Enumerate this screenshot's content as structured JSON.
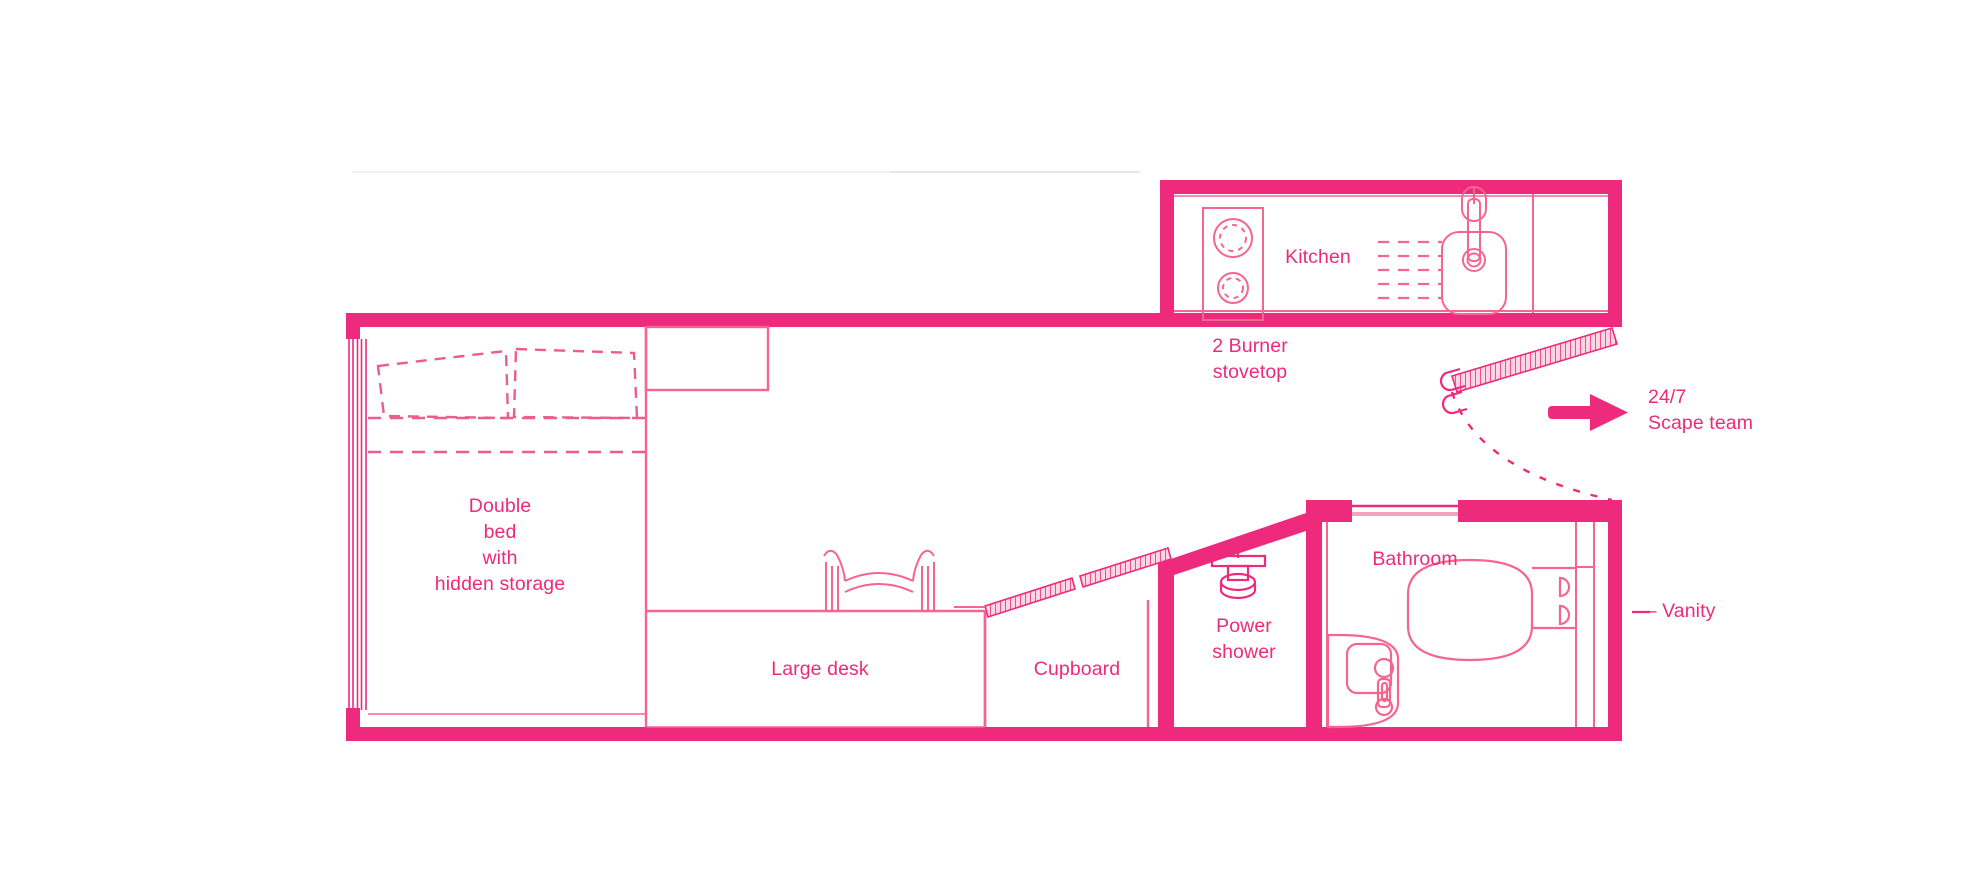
{
  "diagram": {
    "type": "floor-plan",
    "title": "Studio apartment floor plan",
    "accent_color": "#ED2A7B",
    "wall_color": "#ED2A7B",
    "thin_line_color": "#F4668F",
    "background_color": "#FFFFFF"
  },
  "rooms": [
    {
      "key": "kitchen",
      "label": "Kitchen"
    },
    {
      "key": "bathroom",
      "label": "Bathroom"
    },
    {
      "key": "power_shower",
      "label": "Power\nshower"
    },
    {
      "key": "cupboard",
      "label": "Cupboard"
    },
    {
      "key": "large_desk",
      "label": "Large desk"
    },
    {
      "key": "double_bed",
      "label": "Double\nbed\nwith\nhidden storage"
    }
  ],
  "annotations": [
    {
      "key": "stovetop",
      "label": "2 Burner\nstovetop"
    },
    {
      "key": "scape_team",
      "label": "24/7\nScape team"
    },
    {
      "key": "vanity",
      "label": "— Vanity"
    }
  ],
  "fixtures": [
    {
      "key": "stove-burner-large",
      "name": "burner-large-icon"
    },
    {
      "key": "stove-burner-small",
      "name": "burner-small-icon"
    },
    {
      "key": "kitchen-sink",
      "name": "sink-icon"
    },
    {
      "key": "drainer",
      "name": "drainer-icon"
    },
    {
      "key": "toilet",
      "name": "toilet-icon"
    },
    {
      "key": "vanity-basin",
      "name": "basin-icon"
    },
    {
      "key": "shower-head",
      "name": "shower-head-icon"
    },
    {
      "key": "desk-chair",
      "name": "chair-icon"
    },
    {
      "key": "pillow-left",
      "name": "pillow-icon"
    },
    {
      "key": "pillow-right",
      "name": "pillow-icon"
    },
    {
      "key": "entry-door",
      "name": "door-icon"
    },
    {
      "key": "door-swing-arc",
      "name": "door-swing-arc-icon"
    },
    {
      "key": "sliding-door-a",
      "name": "sliding-door-icon"
    },
    {
      "key": "sliding-door-b",
      "name": "sliding-door-icon"
    },
    {
      "key": "window-left",
      "name": "window-icon"
    },
    {
      "key": "direction-arrow",
      "name": "arrow-right-icon"
    }
  ]
}
